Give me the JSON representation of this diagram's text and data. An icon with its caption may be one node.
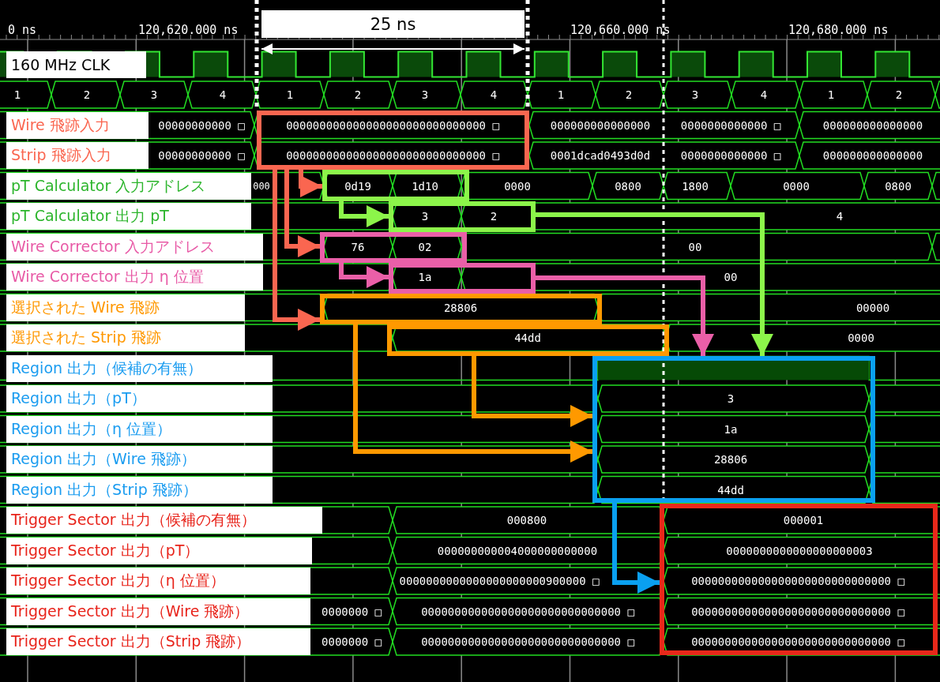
{
  "diagram": {
    "nodes": [
      {
        "text": [
          "160 MHz CLK"
        ]
      },
      {
        "text": [
          "Wire 飛跡入力"
        ]
      },
      {
        "text": [
          "Strip 飛跡入力"
        ]
      },
      {
        "text": [
          "pT Calculator 入力アドレス"
        ]
      },
      {
        "text": [
          "pT Calculator 出力 pT"
        ]
      },
      {
        "text": [
          "Wire Corrector 入力アドレス"
        ]
      },
      {
        "text": [
          "Wire Corrector 出力 η 位置"
        ]
      },
      {
        "text": [
          "選択された Wire 飛跡"
        ]
      },
      {
        "text": [
          "選択された Strip 飛跡"
        ]
      },
      {
        "text": [
          "Region 出力（候補の有無）"
        ]
      },
      {
        "text": [
          "Region 出力（pT）"
        ]
      },
      {
        "text": [
          "Region 出力（η 位置）"
        ]
      },
      {
        "text": [
          "Region 出力（Wire 飛跡）"
        ]
      },
      {
        "text": [
          "Region 出力（Strip 飛跡）"
        ]
      },
      {
        "text": [
          "Trigger Sector 出力（候補の有無）"
        ]
      },
      {
        "text": [
          "Trigger Sector 出力（pT）"
        ]
      },
      {
        "text": [
          "Trigger Sector 出力（η 位置）"
        ]
      },
      {
        "text": [
          "Trigger Sector 出力（Wire 飛跡）"
        ]
      },
      {
        "text": [
          "Trigger Sector 出力（Strip 飛跡）"
        ]
      },
      {
        "text": [
          "000000000000000000000000000000 □",
          "000000000000000000000000000000 □"
        ]
      },
      {
        "text": [
          "0d19",
          "1d10"
        ]
      },
      {
        "text": [
          "3",
          "2"
        ]
      },
      {
        "text": [
          "76",
          "02"
        ]
      },
      {
        "text": [
          "1a"
        ]
      },
      {
        "text": [
          "28806"
        ]
      },
      {
        "text": [
          "44dd"
        ]
      },
      {
        "text": [
          "3",
          "1a",
          "28806",
          "44dd"
        ]
      },
      {
        "text": [
          "000001",
          "0000000000000000000003",
          "000000000000000000000000000000 □",
          "000000000000000000000000000000 □",
          "000000000000000000000000000000 □"
        ]
      }
    ],
    "edges": [
      {
        "from": 19,
        "to": 20,
        "arrow": "to"
      },
      {
        "from": 19,
        "to": 22,
        "arrow": "to"
      },
      {
        "from": 19,
        "to": 24,
        "arrow": "to"
      },
      {
        "from": 20,
        "to": 21,
        "arrow": "to",
        "color": "#8cf54a"
      },
      {
        "from": 22,
        "to": 23,
        "arrow": "to",
        "color": "#ea5fa8"
      },
      {
        "from": 21,
        "to": 26,
        "arrow": "to",
        "color": "#8cf54a"
      },
      {
        "from": 23,
        "to": 26,
        "arrow": "to",
        "color": "#ea5fa8"
      },
      {
        "from": 25,
        "to": 26,
        "arrow": "to",
        "color": "#ff9900"
      },
      {
        "from": 24,
        "to": 26,
        "arrow": "to",
        "color": "#ff9900"
      },
      {
        "from": 26,
        "to": 27,
        "arrow": "to",
        "color": "#0aa0f0"
      }
    ],
    "labels": [
      "0 ns",
      "120,620.000 ns",
      "25 ns",
      "120,660.000 ns",
      "120,680.000 ns",
      "1",
      "2",
      "3",
      "4",
      "1",
      "2",
      "3",
      "4",
      "1",
      "2",
      "3",
      "4",
      "1",
      "2",
      "00000000000 □",
      "000000000000000",
      "0000000000000 □",
      "000000000000000",
      "00000000000 □",
      "0001dcad0493d0d",
      "0000000000000 □",
      "000000000000000",
      "000",
      "0000",
      "0800",
      "1800",
      "0000",
      "0800",
      "4",
      "00",
      "00",
      "00000",
      "0000",
      "000800",
      "000000000004000000000000",
      "0000000000000000000000900000 □",
      "0000000 □",
      "000000000000000000000000000000 □",
      "0000000 □",
      "000000000000000000000000000000 □"
    ]
  }
}
